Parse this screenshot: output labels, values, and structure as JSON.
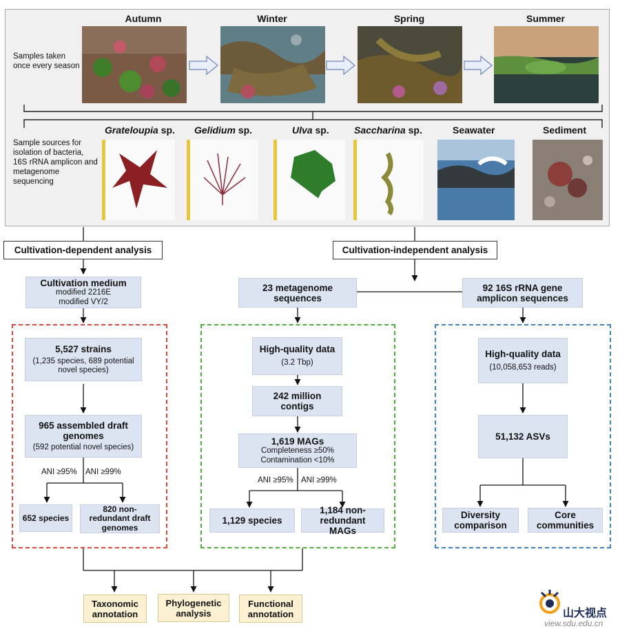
{
  "panel": {
    "seasons": [
      "Autumn",
      "Winter",
      "Spring",
      "Summer"
    ],
    "samples_note": "Samples taken once every season",
    "sources_note": "Sample sources for isolation of bacteria, 16S rRNA amplicon and metagenome sequencing",
    "sources": [
      {
        "italic": "Grateloupia",
        "suffix": " sp."
      },
      {
        "italic": "Gelidium",
        "suffix": " sp."
      },
      {
        "italic": "Ulva",
        "suffix": " sp."
      },
      {
        "italic": "Saccharina",
        "suffix": " sp."
      },
      {
        "italic": "",
        "suffix": "Seawater"
      },
      {
        "italic": "",
        "suffix": "Sediment"
      }
    ]
  },
  "dependent": {
    "header": "Cultivation-dependent analysis",
    "medium_title": "Cultivation medium",
    "medium_line1": "modified 2216E",
    "medium_line2": "modified VY/2",
    "strains_title": "5,527 strains",
    "strains_sub": "(1,235 species, 689 potential novel species)",
    "genomes_title": "965 assembled draft genomes",
    "genomes_sub": "(592 potential novel species)",
    "ani95": "ANI ≥95%",
    "ani99": "ANI ≥99%",
    "species": "652 species",
    "nonredundant": "820 non-redundant draft genomes"
  },
  "independent": {
    "header": "Cultivation-independent analysis",
    "metagenome": "23 metagenome sequences",
    "amplicon": "92 16S rRNA gene amplicon sequences",
    "hq_title": "High-quality data",
    "hq_sub": "(3.2 Tbp)",
    "contigs": "242 million contigs",
    "mags_title": "1,619 MAGs",
    "mags_line1": "Completeness ≥50%",
    "mags_line2": "Contamination <10%",
    "ani95": "ANI ≥95%",
    "ani99": "ANI ≥99%",
    "species": "1,129 species",
    "nonredundant": "1,184 non-redundant MAGs",
    "amp_hq_title": "High-quality data",
    "amp_hq_sub": "(10,058,653 reads)",
    "asvs": "51,132 ASVs",
    "diversity": "Diversity comparison",
    "core": "Core communities"
  },
  "outputs": [
    "Taxonomic annotation",
    "Phylogenetic analysis",
    "Functional annotation"
  ],
  "watermark": {
    "text": "山大视点",
    "url": "view.sdu.edu.cn"
  },
  "colors": {
    "red_dash": "#e0463a",
    "green_dash": "#4fae3b",
    "blue_dash": "#3f7fc4",
    "box_blue": "#dde4f1",
    "box_yellow": "#fbf1d2"
  }
}
